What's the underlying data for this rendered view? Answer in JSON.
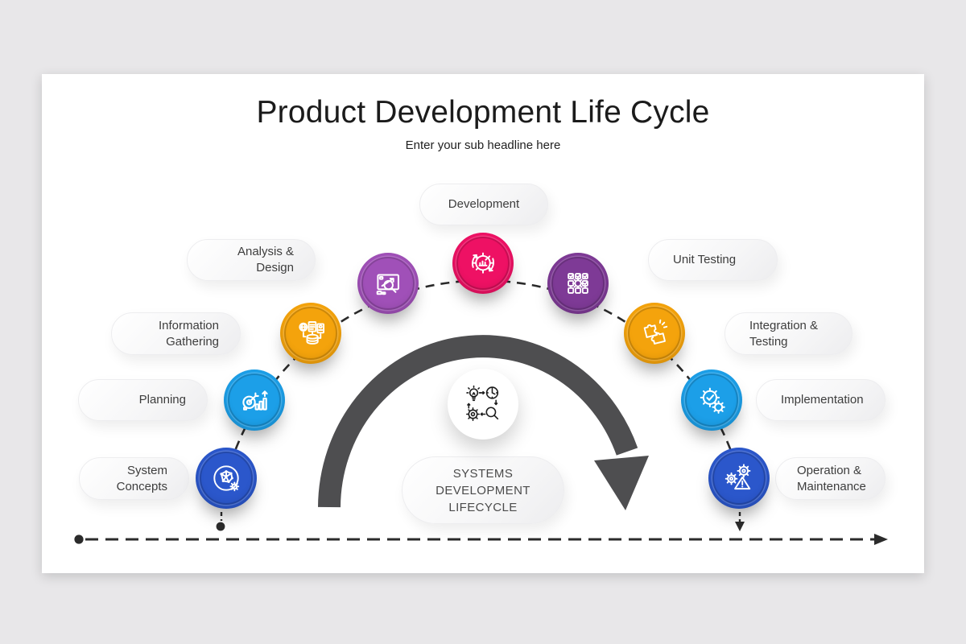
{
  "slide": {
    "title": "Product Development Life Cycle",
    "subtitle": "Enter your sub headline here"
  },
  "center": {
    "label": "SYSTEMS DEVELOPMENT LIFECYCLE",
    "icon": "idea-time-gear-search-icon"
  },
  "stages": [
    {
      "label": "System Concepts",
      "color": "#2b57cb",
      "icon": "network-brain-icon"
    },
    {
      "label": "Planning",
      "color": "#1c9fe8",
      "icon": "target-growth-icon"
    },
    {
      "label": "Information Gathering",
      "color": "#f4a30c",
      "icon": "data-gathering-icon"
    },
    {
      "label": "Analysis & Design",
      "color": "#a050b8",
      "icon": "design-analysis-icon"
    },
    {
      "label": "Development",
      "color": "#ee1164",
      "icon": "gear-cycle-icon"
    },
    {
      "label": "Unit Testing",
      "color": "#7e3a96",
      "icon": "checklist-grid-icon"
    },
    {
      "label": "Integration & Testing",
      "color": "#f4a30c",
      "icon": "puzzle-icon"
    },
    {
      "label": "Implementation",
      "color": "#1c9fe8",
      "icon": "gears-check-icon"
    },
    {
      "label": "Operation & Maintenance",
      "color": "#2b57cb",
      "icon": "gears-alert-icon"
    }
  ],
  "colors": {
    "background": "#e8e7e9",
    "slide": "#ffffff",
    "arc_arrow": "#4e4e50",
    "dashed_line": "#2b2b2b",
    "pill_text": "#3d3d3d"
  }
}
